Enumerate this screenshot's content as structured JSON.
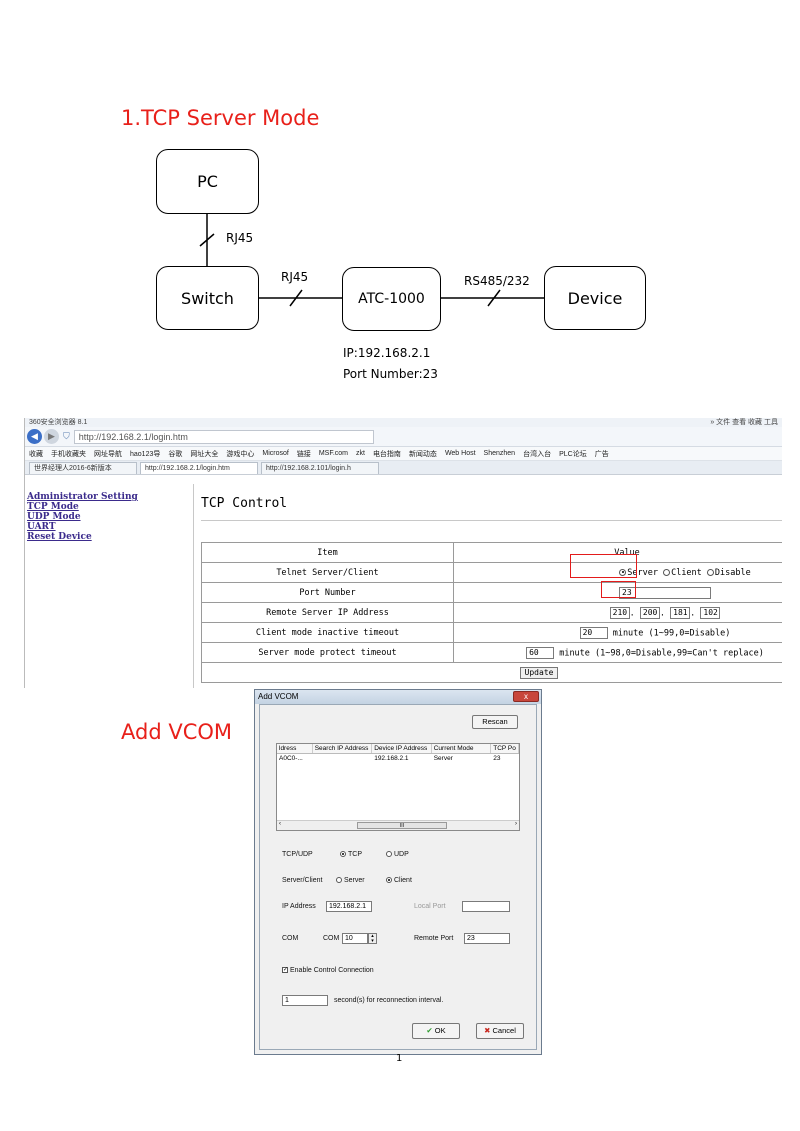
{
  "section1": {
    "heading": "1.TCP Server Mode"
  },
  "diagram": {
    "nodes": {
      "pc": "PC",
      "switch": "Switch",
      "atc": "ATC-1000",
      "device": "Device"
    },
    "links": {
      "pc_switch": "RJ45",
      "switch_atc": "RJ45",
      "atc_device": "RS485/232"
    },
    "ip": "IP:192.168.2.1",
    "port": "Port Number:23"
  },
  "browser": {
    "title": "360安全浏览器 8.1",
    "menu_right": "»  文件  查看  收藏  工具",
    "address": "http://192.168.2.1/login.htm",
    "bookmarks": [
      "收藏",
      "手机收藏夹",
      "网址导航",
      "hao123导",
      "谷歌",
      "网址大全",
      "游戏中心",
      "Microsof",
      "链接",
      "MSF.com",
      "zkt",
      "电台指南",
      "新闻动态",
      "Web Host",
      "Shenzhen",
      "台湾入台",
      "PLC论坛",
      "广告"
    ],
    "tabs": [
      "世界经理人2016-6新版本",
      "http://192.168.2.1/login.htm",
      "http://192.168.2.101/login.h"
    ],
    "sidebar": [
      "Administrator Setting",
      "TCP Mode",
      "UDP Mode",
      "UART",
      "Reset Device"
    ],
    "page_title": "TCP Control",
    "table": {
      "headers": {
        "item": "Item",
        "value": "Value"
      },
      "rows": {
        "telnet": {
          "label": "Telnet Server/Client",
          "opt_server": "Server",
          "opt_client": "Client",
          "opt_disable": "Disable"
        },
        "port": {
          "label": "Port Number",
          "value": "23"
        },
        "remote_ip": {
          "label": "Remote Server IP Address",
          "o1": "210",
          "o2": "200",
          "o3": "181",
          "o4": "102"
        },
        "client_timeout": {
          "label": "Client mode inactive timeout",
          "value": "20",
          "hint": "minute (1~99,0=Disable)"
        },
        "server_timeout": {
          "label": "Server mode protect timeout",
          "value": "60",
          "hint": "minute (1~98,0=Disable,99=Can't replace)"
        }
      },
      "update": "Update"
    }
  },
  "section2": {
    "heading": "Add VCOM"
  },
  "dialog": {
    "title": "Add VCOM",
    "close": "x",
    "rescan": "Rescan",
    "grid": {
      "headers": [
        "ldress",
        "Search IP Address",
        "Device IP Address",
        "Current Mode",
        "TCP Po"
      ],
      "row": [
        "A0C0-...",
        "",
        "192.168.2.1",
        "Server",
        "23"
      ]
    },
    "scroll_thumb": "III",
    "tcpudp_label": "TCP/UDP",
    "opt_tcp": "TCP",
    "opt_udp": "UDP",
    "serverclient_label": "Server/Client",
    "opt_server": "Server",
    "opt_client": "Client",
    "ip_label": "IP Address",
    "ip_value": "192.168.2.1",
    "localport_label": "Local Port",
    "com_label": "COM",
    "com_prefix": "COM",
    "com_value": "10",
    "remoteport_label": "Remote Port",
    "remoteport_value": "23",
    "enable_label": "Enable Control Connection",
    "interval_value": "1",
    "interval_label": "second(s) for reconnection interval.",
    "ok": "OK",
    "cancel": "Cancel"
  },
  "page_number": "1"
}
